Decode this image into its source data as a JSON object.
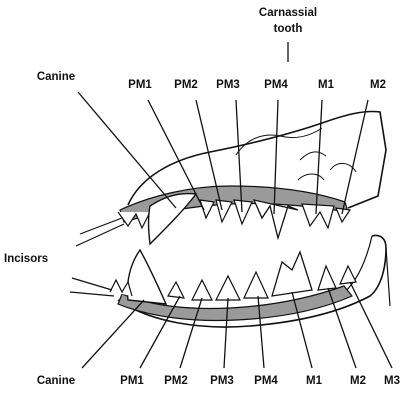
{
  "figure": {
    "carnassial_line1": "Carnassial",
    "carnassial_line2": "tooth",
    "upper_labels": [
      "Canine",
      "PM1",
      "PM2",
      "PM3",
      "PM4",
      "M1",
      "M2"
    ],
    "incisors": "Incisors",
    "lower_labels": [
      "Canine",
      "PM1",
      "PM2",
      "PM3",
      "PM4",
      "M1",
      "M2",
      "M3"
    ]
  },
  "colors": {
    "ink": "#111111",
    "gum": "#9a9a9a",
    "bone": "#ffffff"
  }
}
